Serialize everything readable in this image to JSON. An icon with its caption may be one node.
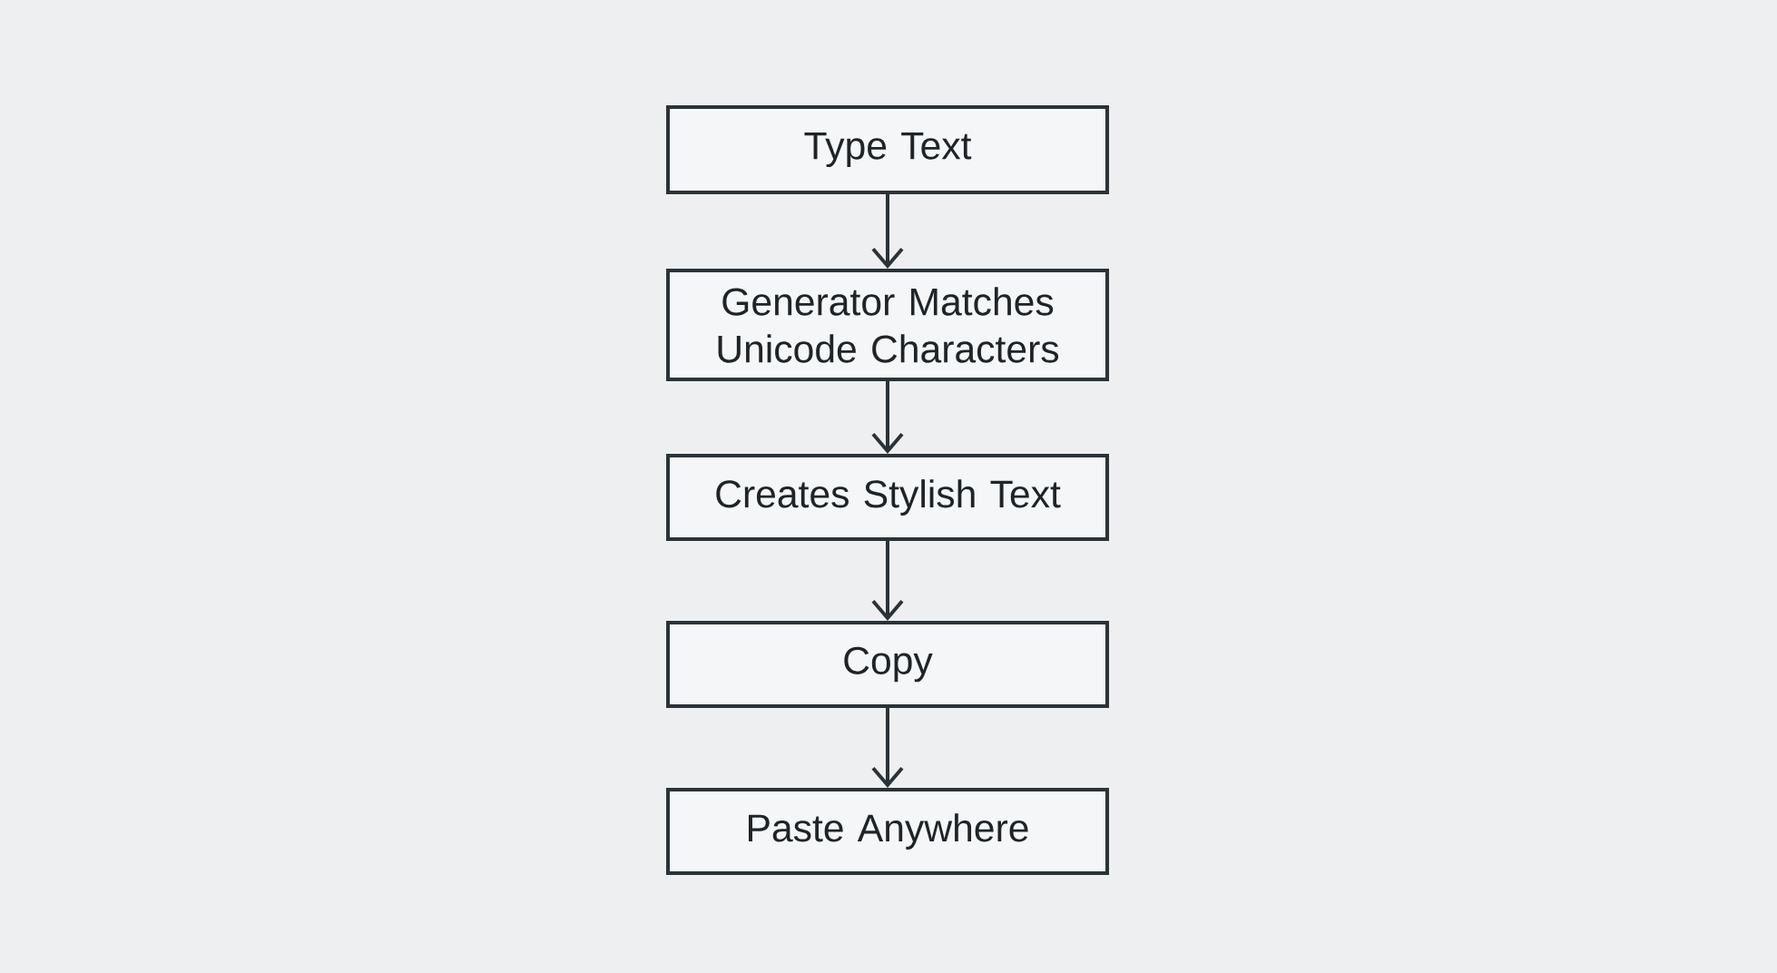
{
  "diagram": {
    "nodes": [
      {
        "text": [
          "Type Text"
        ]
      },
      {
        "text": [
          "Generator Matches Unicode Characters"
        ]
      },
      {
        "text": [
          "Creates Stylish Text"
        ]
      },
      {
        "text": [
          "Copy"
        ]
      },
      {
        "text": [
          "Paste Anywhere"
        ]
      }
    ],
    "edges": [
      {
        "from": 0,
        "to": 1,
        "arrow": "to"
      },
      {
        "from": 1,
        "to": 2,
        "arrow": "to"
      },
      {
        "from": 2,
        "to": 3,
        "arrow": "to"
      },
      {
        "from": 3,
        "to": 4,
        "arrow": "to"
      }
    ]
  }
}
